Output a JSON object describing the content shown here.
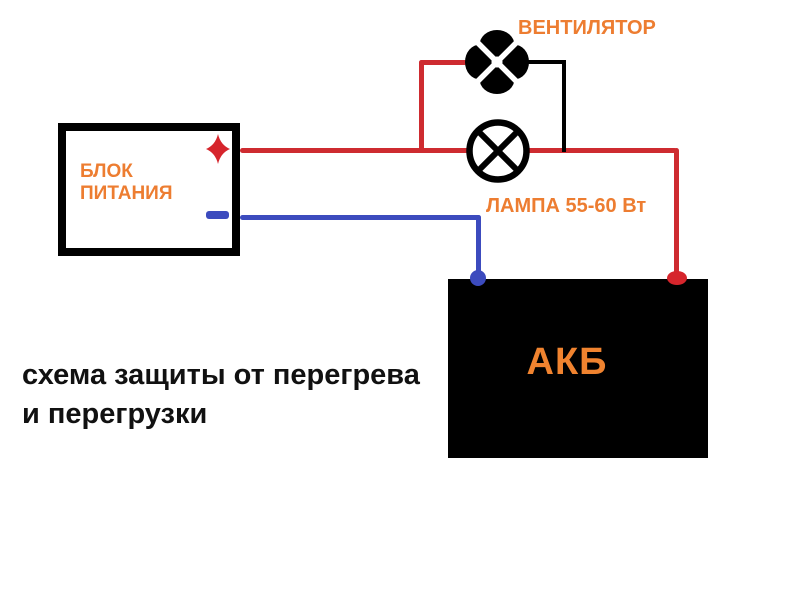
{
  "diagram": {
    "fan": {
      "label": "ВЕНТИЛЯТОР"
    },
    "lamp": {
      "label": "ЛАМПА 55-60 Вт"
    },
    "power_supply": {
      "name_line1": "БЛОК",
      "name_line2": "ПИТАНИЯ"
    },
    "battery": {
      "label": "АКБ"
    },
    "caption": {
      "line1": "схема защиты от перегрева",
      "line2": "и перегрузки"
    },
    "colors": {
      "label_orange": "#ED7D31",
      "battery_label_orange": "#F0832F",
      "wire_red": "#CE2B30",
      "wire_blue": "#3C4BBE",
      "wire_black": "#000000",
      "component_black": "#000000",
      "background": "#FFFFFF"
    }
  }
}
